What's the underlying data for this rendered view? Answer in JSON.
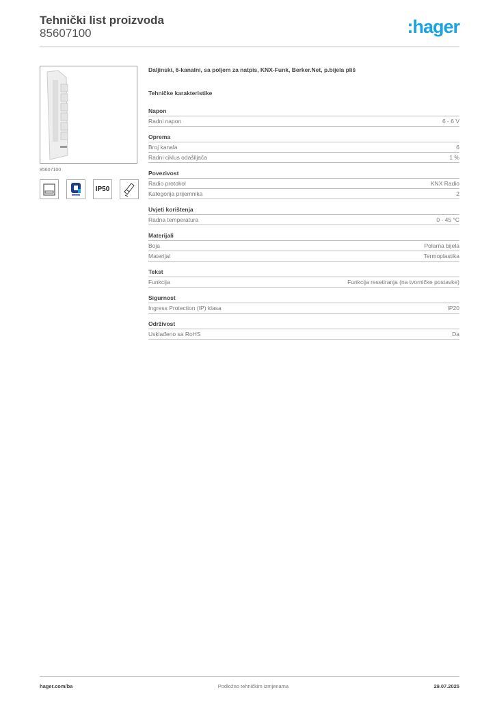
{
  "header": {
    "title": "Tehnički list proizvoda",
    "product_number": "85607100",
    "logo": ":hager",
    "logo_color": "#1aa3dd"
  },
  "product": {
    "image_caption": "85607100",
    "description": "Daljinski, 6-kanalni, sa poljem za natpis, KNX-Funk, Berker.Net, p.bijela pliš",
    "icons": [
      {
        "name": "surface-mount-icon"
      },
      {
        "name": "quicklink-icon"
      },
      {
        "name": "ip-rating-icon",
        "label": "IP50"
      },
      {
        "name": "hand-held-remote-icon"
      }
    ]
  },
  "specs": {
    "heading": "Tehničke karakteristike",
    "sections": [
      {
        "title": "Napon",
        "rows": [
          [
            "Radni napon",
            "6 - 6 V"
          ]
        ]
      },
      {
        "title": "Oprema",
        "rows": [
          [
            "Broj kanala",
            "6"
          ],
          [
            "Radni ciklus odašiljača",
            "1 %"
          ]
        ]
      },
      {
        "title": "Povezivost",
        "rows": [
          [
            "Radio protokol",
            "KNX Radio"
          ],
          [
            "Kategorija prijemnika",
            "2"
          ]
        ]
      },
      {
        "title": "Uvjeti korištenja",
        "rows": [
          [
            "Radna temperatura",
            "0 - 45 °C"
          ]
        ]
      },
      {
        "title": "Materijali",
        "rows": [
          [
            "Boja",
            "Polarna bijela"
          ],
          [
            "Materijal",
            "Termoplastika"
          ]
        ]
      },
      {
        "title": "Tekst",
        "rows": [
          [
            "Funkcija",
            "Funkcija resetiranja (na tvorničke postavke)"
          ]
        ]
      },
      {
        "title": "Sigurnost",
        "rows": [
          [
            "Ingress Protection (IP) klasa",
            "IP20"
          ]
        ]
      },
      {
        "title": "Održivost",
        "rows": [
          [
            "Usklađeno sa RoHS",
            "Da"
          ]
        ]
      }
    ]
  },
  "footer": {
    "website": "hager.com/ba",
    "note": "Podložno tehničkim izmjenama",
    "date": "29.07.2025"
  }
}
